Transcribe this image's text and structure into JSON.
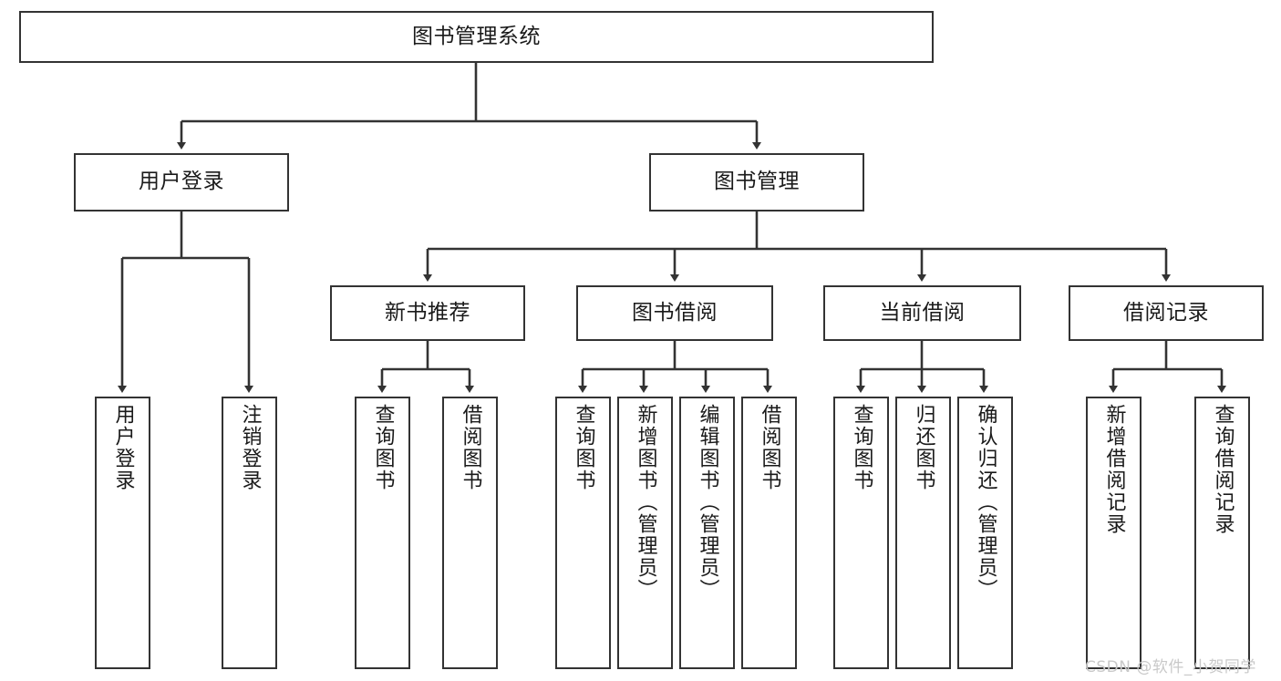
{
  "diagram": {
    "type": "tree-hierarchy-chart",
    "title": "图书管理系统",
    "line_color": "#333333",
    "box_fill": "#ffffff",
    "text_color": "#1a1a1a",
    "levels": {
      "root": {
        "label": "图书管理系统"
      },
      "level2": [
        {
          "label": "用户登录"
        },
        {
          "label": "图书管理"
        }
      ],
      "level3": [
        {
          "label": "新书推荐"
        },
        {
          "label": "图书借阅"
        },
        {
          "label": "当前借阅"
        },
        {
          "label": "借阅记录"
        }
      ],
      "leaves": {
        "user_login": [
          {
            "label": "用户登录"
          },
          {
            "label": "注销登录"
          }
        ],
        "new_book_recommend": [
          {
            "label": "查询图书"
          },
          {
            "label": "借阅图书"
          }
        ],
        "book_borrow": [
          {
            "label": "查询图书"
          },
          {
            "label": "新增图书（管理员）"
          },
          {
            "label": "编辑图书（管理员）"
          },
          {
            "label": "借阅图书"
          }
        ],
        "current_borrow": [
          {
            "label": "查询图书"
          },
          {
            "label": "归还图书"
          },
          {
            "label": "确认归还（管理员）"
          }
        ],
        "borrow_record": [
          {
            "label": "新增借阅记录"
          },
          {
            "label": "查询借阅记录"
          }
        ]
      }
    }
  },
  "watermark": {
    "text": "CSDN @软件_小贺同学",
    "color": "#c9c9c9"
  }
}
